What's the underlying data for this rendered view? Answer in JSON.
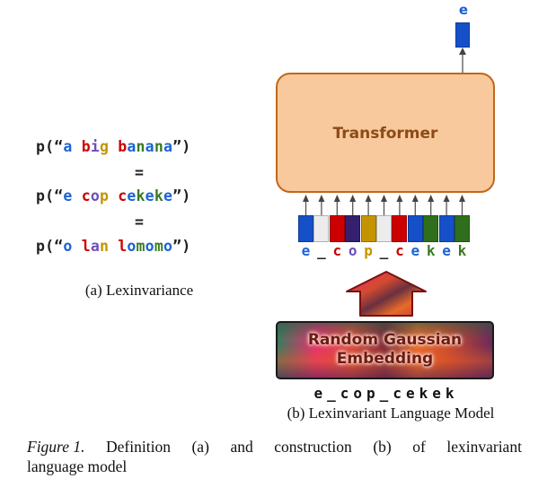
{
  "colors": {
    "blue": "#1b63d6",
    "red": "#cc0000",
    "purple": "#6c4fb5",
    "gold": "#c49400",
    "green": "#3a7a22",
    "dark_purple": "#34206e",
    "light_gray": "#ececec",
    "dark": "#202020"
  },
  "lexinvariance": {
    "lines": [
      {
        "prefix": "p(“",
        "suffix": "”)",
        "chars": [
          {
            "c": "a",
            "color": "blue"
          },
          {
            "c": " ",
            "color": "dark"
          },
          {
            "c": "b",
            "color": "red"
          },
          {
            "c": "i",
            "color": "purple"
          },
          {
            "c": "g",
            "color": "gold"
          },
          {
            "c": " ",
            "color": "dark"
          },
          {
            "c": "b",
            "color": "red"
          },
          {
            "c": "a",
            "color": "blue"
          },
          {
            "c": "n",
            "color": "green"
          },
          {
            "c": "a",
            "color": "blue"
          },
          {
            "c": "n",
            "color": "green"
          },
          {
            "c": "a",
            "color": "blue"
          }
        ]
      },
      {
        "prefix": "p(“",
        "suffix": "”)",
        "chars": [
          {
            "c": "e",
            "color": "blue"
          },
          {
            "c": " ",
            "color": "dark"
          },
          {
            "c": "c",
            "color": "red"
          },
          {
            "c": "o",
            "color": "purple"
          },
          {
            "c": "p",
            "color": "gold"
          },
          {
            "c": " ",
            "color": "dark"
          },
          {
            "c": "c",
            "color": "red"
          },
          {
            "c": "e",
            "color": "blue"
          },
          {
            "c": "k",
            "color": "green"
          },
          {
            "c": "e",
            "color": "blue"
          },
          {
            "c": "k",
            "color": "green"
          },
          {
            "c": "e",
            "color": "blue"
          }
        ]
      },
      {
        "prefix": "p(“",
        "suffix": "”)",
        "chars": [
          {
            "c": "o",
            "color": "blue"
          },
          {
            "c": " ",
            "color": "dark"
          },
          {
            "c": "l",
            "color": "red"
          },
          {
            "c": "a",
            "color": "purple"
          },
          {
            "c": "n",
            "color": "gold"
          },
          {
            "c": " ",
            "color": "dark"
          },
          {
            "c": "l",
            "color": "red"
          },
          {
            "c": "o",
            "color": "blue"
          },
          {
            "c": "m",
            "color": "green"
          },
          {
            "c": "o",
            "color": "blue"
          },
          {
            "c": "m",
            "color": "green"
          },
          {
            "c": "o",
            "color": "blue"
          }
        ]
      }
    ],
    "equals": "=",
    "caption": "(a) Lexinvariance"
  },
  "model": {
    "output_token": "e",
    "transformer_label": "Transformer",
    "tokens": [
      {
        "char": "e",
        "box_color": "#1550c8",
        "text_color": "blue"
      },
      {
        "char": "_",
        "box_color": "#ececec",
        "text_color": "dark"
      },
      {
        "char": "c",
        "box_color": "#cc0000",
        "text_color": "red"
      },
      {
        "char": "o",
        "box_color": "#34206e",
        "text_color": "purple"
      },
      {
        "char": "p",
        "box_color": "#c49400",
        "text_color": "gold"
      },
      {
        "char": "_",
        "box_color": "#ececec",
        "text_color": "dark"
      },
      {
        "char": "c",
        "box_color": "#cc0000",
        "text_color": "red"
      },
      {
        "char": "e",
        "box_color": "#1550c8",
        "text_color": "blue"
      },
      {
        "char": "k",
        "box_color": "#2f6e1c",
        "text_color": "green"
      },
      {
        "char": "e",
        "box_color": "#1550c8",
        "text_color": "blue"
      },
      {
        "char": "k",
        "box_color": "#2f6e1c",
        "text_color": "green"
      }
    ],
    "embedding_label_line1": "Random Gaussian",
    "embedding_label_line2": "Embedding",
    "input_sequence": "e_cop_cekek",
    "caption": "(b) Lexinvariant Language Model"
  },
  "figure_caption": {
    "label": "Figure 1.",
    "line1_words": [
      "Definition",
      "(a)",
      "and",
      "construction",
      "(b)",
      "of",
      "lexinvariant"
    ],
    "line2": "language model"
  }
}
